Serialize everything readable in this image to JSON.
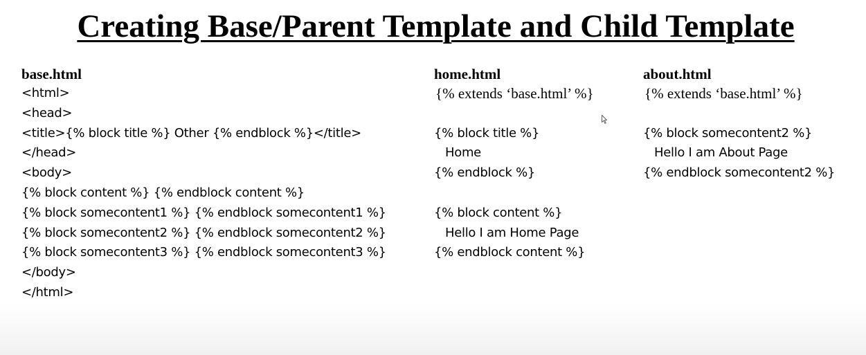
{
  "slide": {
    "title": "Creating Base/Parent Template and Child Template"
  },
  "base": {
    "heading": "base.html",
    "lines": [
      "<html>",
      "<head>",
      "<title>{% block title %} Other {% endblock %}</title>",
      "</head>",
      "<body>",
      "{% block content %} {% endblock content %}",
      "{% block somecontent1 %} {% endblock somecontent1 %}",
      "{% block somecontent2 %} {% endblock somecontent2 %}",
      "{% block somecontent3 %} {% endblock somecontent3 %}",
      "</body>",
      "</html>"
    ]
  },
  "home": {
    "heading": "home.html",
    "extends": "{%  extends ‘base.html’ %}",
    "lines": [
      "{% block title %}",
      "Home",
      "{% endblock %}",
      "{% block content %}",
      "Hello I am Home Page",
      "{% endblock content %}"
    ]
  },
  "about": {
    "heading": "about.html",
    "extends": "{%  extends ‘base.html’ %}",
    "lines": [
      "{% block somecontent2 %}",
      "Hello I am About Page",
      "{% endblock somecontent2 %}"
    ]
  }
}
